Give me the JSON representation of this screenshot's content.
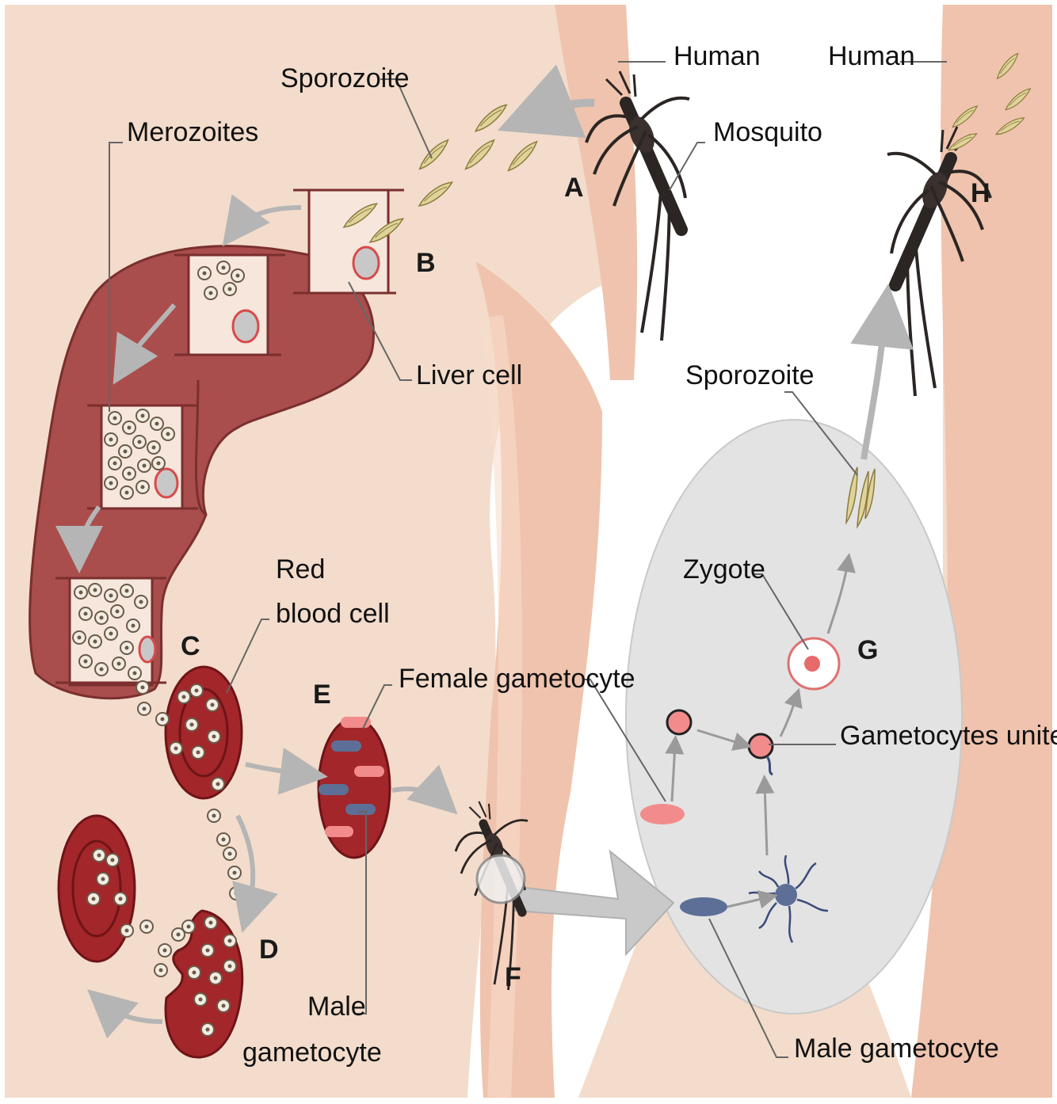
{
  "colors": {
    "skin_bg": "#f3dccb",
    "leg": "#efc3ad",
    "liver": "#a94e4c",
    "liver_cell": "#f6e6dc",
    "rbc": "#a3262a",
    "lens": "#e3e3e3",
    "sporozoite": "#e0d39a",
    "female_gametocyte": "#f28c8c",
    "male_gametocyte": "#5d6f96",
    "arrow": "#b5b5b5",
    "leader": "#666666"
  },
  "labels": {
    "human_left": "Human",
    "human_right": "Human",
    "sporozoite_top": "Sporozoite",
    "merozoites": "Merozoites",
    "mosquito": "Mosquito",
    "liver_cell": "Liver  cell",
    "red_blood_cell_1": "Red",
    "red_blood_cell_2": "blood cell",
    "female_gametocyte": "Female gametocyte",
    "male_gametocyte_left_1": "Male",
    "male_gametocyte_left_2": "gametocyte",
    "sporozoite_lens": "Sporozoite",
    "zygote": "Zygote",
    "gametocytes_unite": "Gametocytes unite",
    "male_gametocyte_lens": "Male gametocyte"
  },
  "stages": {
    "a": "A",
    "b": "B",
    "c": "C",
    "d": "D",
    "e": "E",
    "f": "F",
    "g": "G",
    "h": "H"
  },
  "icons": [
    "mosquito-icon",
    "sporozoite-icon",
    "merozoite-icon",
    "liver-icon",
    "red-blood-cell-icon",
    "magnifier-lens-icon",
    "zygote-icon",
    "flow-arrow-icon"
  ]
}
